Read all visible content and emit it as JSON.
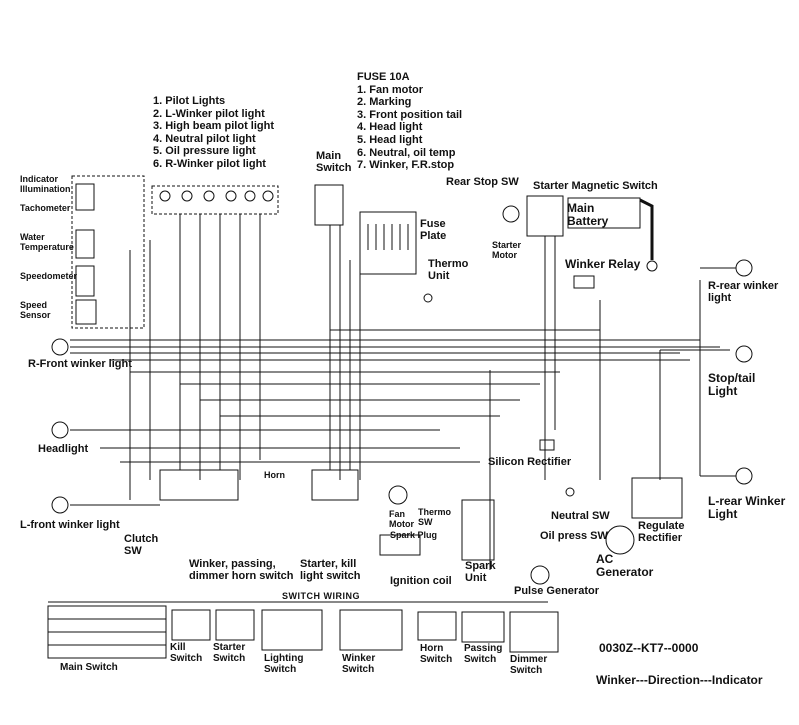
{
  "pilot_lights": {
    "items": [
      "1. Pilot Lights",
      "2. L-Winker pilot light",
      "3. High beam pilot light",
      "4. Neutral pilot light",
      "5. Oil pressure light",
      "6. R-Winker pilot light"
    ]
  },
  "fuse_list": {
    "title": "FUSE 10A",
    "items": [
      "1. Fan motor",
      "2. Marking",
      "3. Front position tail",
      "4. Head light",
      "5. Head light",
      "6. Neutral, oil temp",
      "7. Winker, F.R.stop"
    ]
  },
  "labels": {
    "indicator_illumination": "Indicator Illumination",
    "tachometer": "Tachometer",
    "water_temperature": "Water Temperature",
    "speedometer": "Speedometer",
    "speed_sensor": "Speed Sensor",
    "main_switch": "Main Switch",
    "fuse_plate": "Fuse Plate",
    "rear_stop_sw": "Rear Stop SW",
    "starter_magnetic_switch": "Starter Magnetic Switch",
    "main_battery": "Main Battery",
    "starter_motor": "Starter Motor",
    "thermo_unit": "Thermo Unit",
    "winker_relay": "Winker Relay",
    "r_rear_winker_light": "R-rear winker light",
    "r_front_winker_light": "R-Front winker light",
    "stop_tail_light": "Stop/tail Light",
    "headlight": "Headlight",
    "silicon_rectifier": "Silicon Rectifier",
    "horn": "Horn",
    "l_front_winker_light": "L-front winker light",
    "fan_motor": "Fan Motor",
    "thermo_sw": "Thermo SW",
    "spark_plug": "Spark Plug",
    "neutral_sw": "Neutral SW",
    "l_rear_winker_light": "L-rear Winker Light",
    "clutch_sw": "Clutch SW",
    "oil_press_sw": "Oil press SW",
    "regulate_rectifier": "Regulate Rectifier",
    "ac_generator": "AC Generator",
    "winker_passing_dimmer_horn_switch": "Winker, passing, dimmer horn switch",
    "starter_kill_light_switch": "Starter, kill light switch",
    "ignition_coil": "Ignition coil",
    "spark_unit": "Spark Unit",
    "pulse_generator": "Pulse Generator"
  },
  "switch_wiring": {
    "title": "SWITCH WIRING",
    "labels": {
      "main_switch": "Main Switch",
      "kill_switch": "Kill Switch",
      "starter_switch": "Starter Switch",
      "lighting_switch": "Lighting Switch",
      "winker_switch": "Winker Switch",
      "horn_switch": "Horn Switch",
      "passing_switch": "Passing Switch",
      "dimmer_switch": "Dimmer Switch"
    }
  },
  "code": "0030Z--KT7--0000",
  "caption": "Winker---Direction---Indicator"
}
